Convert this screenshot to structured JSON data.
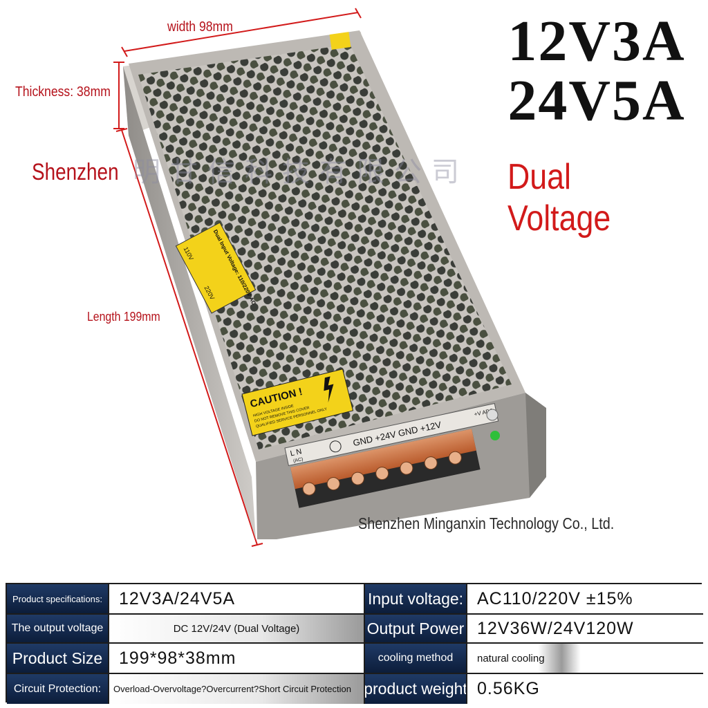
{
  "headline": {
    "model_line_1": "12V3A",
    "model_line_2": "24V5A",
    "voltage_mode": "Dual Voltage"
  },
  "dimensions": {
    "width_label": "width 98mm",
    "thickness_label": "Thickness: 38mm",
    "length_label": "Length 199mm"
  },
  "branding": {
    "city": "Shenzhen",
    "watermark_cn": "明甘信科技有限公司",
    "company": "Shenzhen Minganxin Technology Co., Ltd."
  },
  "device": {
    "warning_label_title": "Dual Input Voltage: 110/220V AC",
    "switch_110": "110V",
    "switch_220": "220V",
    "caution_title": "CAUTION !",
    "caution_line_1": "HIGH VOLTAGE INSIDE",
    "caution_line_2": "DO NOT REMOVE THIS COVER",
    "caution_line_3": "QUALIFIED SERVICE PERSONNEL ONLY",
    "terminal_ln": "L  N",
    "terminal_ac": "(AC)",
    "terminal_outputs": "GND +24V GND +12V",
    "adj_label": "+V ADJ",
    "colors": {
      "chassis": "#b9b6b2",
      "caution_yellow": "#f3d21a",
      "terminal_orange": "#e87a3a",
      "dimension_red": "#d21a1a",
      "table_header": "#1f3a66"
    }
  },
  "specs": {
    "rows": [
      {
        "label_left": "Product specifications:",
        "value_left": "12V3A/24V5A",
        "label_right": "Input voltage:",
        "value_right": "AC110/220V ±15%"
      },
      {
        "label_left": "The output voltage",
        "value_left": "DC 12V/24V (Dual Voltage)",
        "label_right": "Output Power",
        "value_right": "12V36W/24V120W"
      },
      {
        "label_left": "Product Size",
        "value_left": "199*98*38mm",
        "label_right": "cooling method",
        "value_right": "natural cooling"
      },
      {
        "label_left": "Circuit Protection:",
        "value_left": "Overload-Overvoltage?Overcurrent?Short Circuit Protection",
        "label_right": "product weight",
        "value_right": "0.56KG"
      }
    ]
  }
}
